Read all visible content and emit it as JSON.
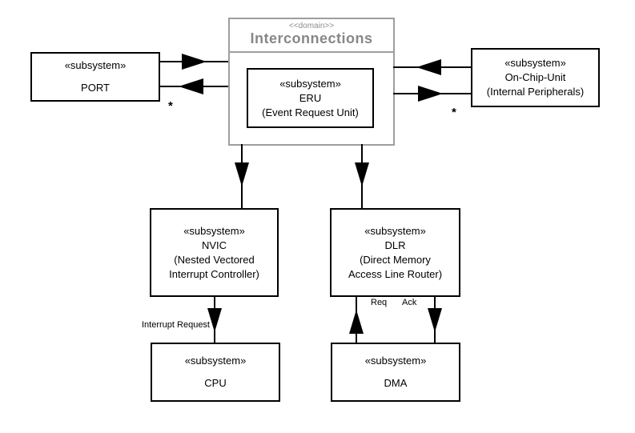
{
  "diagram_title": "Interconnections",
  "boxes": {
    "interconnections": {
      "stereotype": "<<domain>>",
      "name": "Interconnections"
    },
    "eru": {
      "stereotype": "«subsystem»",
      "name": "ERU",
      "detail": "(Event Request Unit)"
    },
    "port": {
      "stereotype": "«subsystem»",
      "name": "PORT"
    },
    "onchip": {
      "stereotype": "«subsystem»",
      "name": "On-Chip-Unit",
      "detail": "(Internal Peripherals)"
    },
    "nvic": {
      "stereotype": "«subsystem»",
      "name": "NVIC",
      "detail": "(Nested Vectored\nInterrupt Controller)"
    },
    "dlr": {
      "stereotype": "«subsystem»",
      "name": "DLR",
      "detail": "(Direct Memory\nAccess Line Router)"
    },
    "cpu": {
      "stereotype": "«subsystem»",
      "name": "CPU"
    },
    "dma": {
      "stereotype": "«subsystem»",
      "name": "DMA"
    }
  },
  "edge_labels": {
    "interrupt_request": "Interrupt Request",
    "req": "Req",
    "ack": "Ack",
    "port_multiplicity": "*",
    "onchip_multiplicity": "*"
  },
  "colors": {
    "background": "#ffffff",
    "node_border": "#000000",
    "domain_border": "#9e9e9e",
    "domain_text": "#878787",
    "arrow": "#000000"
  }
}
